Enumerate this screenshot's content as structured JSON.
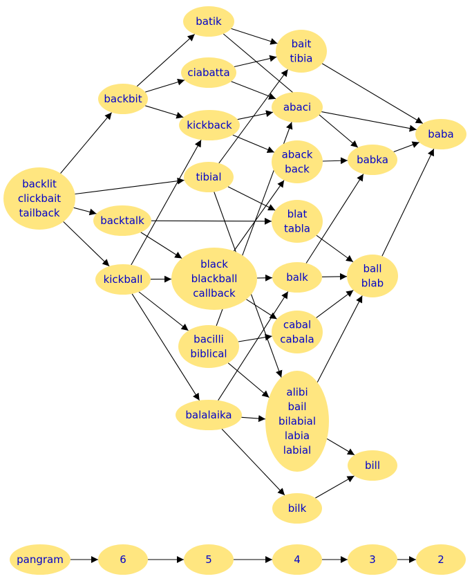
{
  "colors": {
    "node_fill": "#ffe680",
    "label": "#0000c8",
    "edge": "#000000"
  },
  "nodes": [
    {
      "id": "backlit",
      "lines": [
        "backlit",
        "clickbait",
        "tailback"
      ]
    },
    {
      "id": "batik",
      "lines": [
        "batik"
      ]
    },
    {
      "id": "backbit",
      "lines": [
        "backbit"
      ]
    },
    {
      "id": "ciabatta",
      "lines": [
        "ciabatta"
      ]
    },
    {
      "id": "bait",
      "lines": [
        "bait",
        "tibia"
      ]
    },
    {
      "id": "kickback",
      "lines": [
        "kickback"
      ]
    },
    {
      "id": "abaci",
      "lines": [
        "abaci"
      ]
    },
    {
      "id": "baba",
      "lines": [
        "baba"
      ]
    },
    {
      "id": "tibial",
      "lines": [
        "tibial"
      ]
    },
    {
      "id": "aback",
      "lines": [
        "aback",
        "back"
      ]
    },
    {
      "id": "babka",
      "lines": [
        "babka"
      ]
    },
    {
      "id": "backtalk",
      "lines": [
        "backtalk"
      ]
    },
    {
      "id": "blat",
      "lines": [
        "blat",
        "tabla"
      ]
    },
    {
      "id": "kickball",
      "lines": [
        "kickball"
      ]
    },
    {
      "id": "black",
      "lines": [
        "black",
        "blackball",
        "callback"
      ]
    },
    {
      "id": "balk",
      "lines": [
        "balk"
      ]
    },
    {
      "id": "ball",
      "lines": [
        "ball",
        "blab"
      ]
    },
    {
      "id": "cabal",
      "lines": [
        "cabal",
        "cabala"
      ]
    },
    {
      "id": "bacilli",
      "lines": [
        "bacilli",
        "biblical"
      ]
    },
    {
      "id": "alibi",
      "lines": [
        "alibi",
        "bail",
        "bilabial",
        "labia",
        "labial"
      ]
    },
    {
      "id": "balalaika",
      "lines": [
        "balalaika"
      ]
    },
    {
      "id": "bill",
      "lines": [
        "bill"
      ]
    },
    {
      "id": "bilk",
      "lines": [
        "bilk"
      ]
    },
    {
      "id": "pangram",
      "lines": [
        "pangram"
      ]
    },
    {
      "id": "n6",
      "lines": [
        "6"
      ]
    },
    {
      "id": "n5",
      "lines": [
        "5"
      ]
    },
    {
      "id": "n4",
      "lines": [
        "4"
      ]
    },
    {
      "id": "n3",
      "lines": [
        "3"
      ]
    },
    {
      "id": "n2",
      "lines": [
        "2"
      ]
    }
  ],
  "edges": [
    [
      "backlit",
      "backbit"
    ],
    [
      "backlit",
      "tibial"
    ],
    [
      "backlit",
      "backtalk"
    ],
    [
      "backlit",
      "kickball"
    ],
    [
      "backbit",
      "batik"
    ],
    [
      "backbit",
      "ciabatta"
    ],
    [
      "backbit",
      "kickback"
    ],
    [
      "batik",
      "bait"
    ],
    [
      "batik",
      "babka"
    ],
    [
      "ciabatta",
      "bait"
    ],
    [
      "ciabatta",
      "abaci"
    ],
    [
      "kickback",
      "abaci"
    ],
    [
      "kickback",
      "aback"
    ],
    [
      "bait",
      "baba"
    ],
    [
      "abaci",
      "baba"
    ],
    [
      "babka",
      "baba"
    ],
    [
      "aback",
      "babka"
    ],
    [
      "tibial",
      "bait"
    ],
    [
      "tibial",
      "blat"
    ],
    [
      "tibial",
      "alibi"
    ],
    [
      "backtalk",
      "blat"
    ],
    [
      "backtalk",
      "black"
    ],
    [
      "blat",
      "ball"
    ],
    [
      "kickball",
      "kickback"
    ],
    [
      "kickball",
      "black"
    ],
    [
      "kickball",
      "bacilli"
    ],
    [
      "kickball",
      "balalaika"
    ],
    [
      "black",
      "aback"
    ],
    [
      "black",
      "balk"
    ],
    [
      "black",
      "cabal"
    ],
    [
      "balk",
      "babka"
    ],
    [
      "balk",
      "ball"
    ],
    [
      "ball",
      "baba"
    ],
    [
      "cabal",
      "ball"
    ],
    [
      "bacilli",
      "abaci"
    ],
    [
      "bacilli",
      "cabal"
    ],
    [
      "bacilli",
      "alibi"
    ],
    [
      "balalaika",
      "balk"
    ],
    [
      "balalaika",
      "alibi"
    ],
    [
      "balalaika",
      "bilk"
    ],
    [
      "alibi",
      "ball"
    ],
    [
      "alibi",
      "bill"
    ],
    [
      "bilk",
      "bill"
    ],
    [
      "pangram",
      "n6"
    ],
    [
      "n6",
      "n5"
    ],
    [
      "n5",
      "n4"
    ],
    [
      "n4",
      "n3"
    ],
    [
      "n3",
      "n2"
    ]
  ]
}
